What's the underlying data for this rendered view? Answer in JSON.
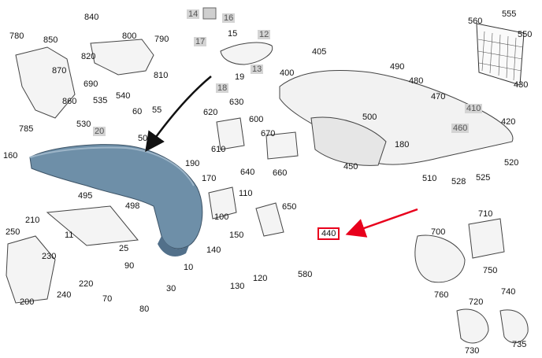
{
  "diagram": {
    "callout_color": "#e8001c",
    "part_fill": "#6e8fa8",
    "labels": [
      {
        "id": "780",
        "text": "780"
      },
      {
        "id": "840",
        "text": "840"
      },
      {
        "id": "850",
        "text": "850"
      },
      {
        "id": "800",
        "text": "800"
      },
      {
        "id": "790",
        "text": "790"
      },
      {
        "id": "14",
        "text": "14"
      },
      {
        "id": "16",
        "text": "16"
      },
      {
        "id": "15",
        "text": "15"
      },
      {
        "id": "17",
        "text": "17"
      },
      {
        "id": "12",
        "text": "12"
      },
      {
        "id": "560",
        "text": "560"
      },
      {
        "id": "555",
        "text": "555"
      },
      {
        "id": "550",
        "text": "550"
      },
      {
        "id": "820",
        "text": "820"
      },
      {
        "id": "870",
        "text": "870"
      },
      {
        "id": "810",
        "text": "810"
      },
      {
        "id": "19",
        "text": "19"
      },
      {
        "id": "13",
        "text": "13"
      },
      {
        "id": "18",
        "text": "18"
      },
      {
        "id": "405",
        "text": "405"
      },
      {
        "id": "690",
        "text": "690"
      },
      {
        "id": "400",
        "text": "400"
      },
      {
        "id": "490",
        "text": "490"
      },
      {
        "id": "480",
        "text": "480"
      },
      {
        "id": "430",
        "text": "430"
      },
      {
        "id": "860",
        "text": "860"
      },
      {
        "id": "535",
        "text": "535"
      },
      {
        "id": "540",
        "text": "540"
      },
      {
        "id": "630",
        "text": "630"
      },
      {
        "id": "470",
        "text": "470"
      },
      {
        "id": "785",
        "text": "785"
      },
      {
        "id": "60",
        "text": "60"
      },
      {
        "id": "55",
        "text": "55"
      },
      {
        "id": "620",
        "text": "620"
      },
      {
        "id": "600",
        "text": "600"
      },
      {
        "id": "410",
        "text": "410"
      },
      {
        "id": "530",
        "text": "530"
      },
      {
        "id": "20",
        "text": "20"
      },
      {
        "id": "50",
        "text": "50"
      },
      {
        "id": "500",
        "text": "500"
      },
      {
        "id": "420",
        "text": "420"
      },
      {
        "id": "460",
        "text": "460"
      },
      {
        "id": "670",
        "text": "670"
      },
      {
        "id": "180",
        "text": "180"
      },
      {
        "id": "160",
        "text": "160"
      },
      {
        "id": "610",
        "text": "610"
      },
      {
        "id": "190",
        "text": "190"
      },
      {
        "id": "450",
        "text": "450"
      },
      {
        "id": "520",
        "text": "520"
      },
      {
        "id": "640",
        "text": "640"
      },
      {
        "id": "660",
        "text": "660"
      },
      {
        "id": "170",
        "text": "170"
      },
      {
        "id": "510",
        "text": "510"
      },
      {
        "id": "528",
        "text": "528"
      },
      {
        "id": "525",
        "text": "525"
      },
      {
        "id": "495",
        "text": "495"
      },
      {
        "id": "110",
        "text": "110"
      },
      {
        "id": "498",
        "text": "498"
      },
      {
        "id": "650",
        "text": "650"
      },
      {
        "id": "100",
        "text": "100"
      },
      {
        "id": "710",
        "text": "710"
      },
      {
        "id": "210",
        "text": "210"
      },
      {
        "id": "250",
        "text": "250"
      },
      {
        "id": "11",
        "text": "11"
      },
      {
        "id": "700",
        "text": "700"
      },
      {
        "id": "440",
        "text": "440"
      },
      {
        "id": "150",
        "text": "150"
      },
      {
        "id": "230",
        "text": "230"
      },
      {
        "id": "25",
        "text": "25"
      },
      {
        "id": "140",
        "text": "140"
      },
      {
        "id": "90",
        "text": "90"
      },
      {
        "id": "10",
        "text": "10"
      },
      {
        "id": "750",
        "text": "750"
      },
      {
        "id": "580",
        "text": "580"
      },
      {
        "id": "120",
        "text": "120"
      },
      {
        "id": "220",
        "text": "220"
      },
      {
        "id": "130",
        "text": "130"
      },
      {
        "id": "30",
        "text": "30"
      },
      {
        "id": "760",
        "text": "760"
      },
      {
        "id": "740",
        "text": "740"
      },
      {
        "id": "240",
        "text": "240"
      },
      {
        "id": "70",
        "text": "70"
      },
      {
        "id": "720",
        "text": "720"
      },
      {
        "id": "200",
        "text": "200"
      },
      {
        "id": "80",
        "text": "80"
      },
      {
        "id": "730",
        "text": "730"
      },
      {
        "id": "735",
        "text": "735"
      }
    ]
  }
}
